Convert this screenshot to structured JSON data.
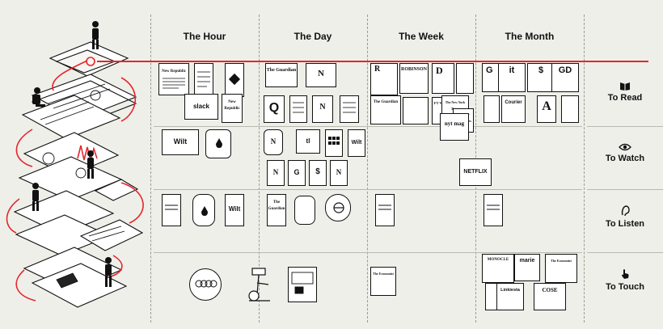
{
  "columns": [
    "The Hour",
    "The Day",
    "The Week",
    "The Month"
  ],
  "rows": [
    "To Read",
    "To Watch",
    "To Listen",
    "To Touch"
  ],
  "row_icons": [
    "book-icon",
    "eye-icon",
    "ear-icon",
    "hand-pointer-icon"
  ],
  "accent_color": "#e4262b",
  "brands": {
    "new_republic": "New Republic",
    "slack": "slack",
    "wilt": "Wilt",
    "guardian": "The Guardian",
    "n": "N",
    "q": "Q",
    "tl": "tl",
    "r": "R",
    "robinson": "ROBINSON",
    "d": "D",
    "ft_weekend": "FT Weekend",
    "nyt": "The New York Times",
    "nyt_mag": "nyt mag",
    "netflix": "NETFLIX",
    "courier": "Courier",
    "a": "A",
    "g": "G",
    "it": "it",
    "s": "$",
    "gd": "GD",
    "monocle": "MONOCLE",
    "marie": "marie",
    "linkiesta": "Linkiesta",
    "cose": "COSE",
    "economist": "The Economist"
  }
}
